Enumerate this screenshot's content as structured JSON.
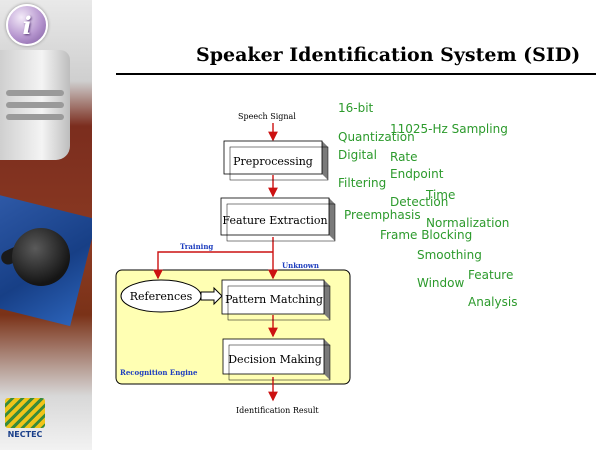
{
  "slide": {
    "title": "Speaker Identification System (SID)"
  },
  "logos": {
    "top_letter": "i",
    "bottom_text": "NECTEC"
  },
  "diagram": {
    "input_label": "Speech Signal",
    "blocks": {
      "preprocessing": "Preprocessing",
      "feature_extraction": "Feature Extraction",
      "references": "References",
      "pattern_matching": "Pattern Matching",
      "decision_making": "Decision Making"
    },
    "branch_training": "Training",
    "branch_unknown": "Unknown",
    "engine_label": "Recognition Engine",
    "output_label": "Identification Result"
  },
  "annotations": {
    "bit": "16-bit",
    "quantization": "Quantization",
    "sampling": "11025-Hz Sampling",
    "digital": "Digital",
    "rate": "Rate",
    "endpoint": "Endpoint",
    "filtering": "Filtering",
    "time": "Time",
    "detection": "Detection",
    "preemphasis": "Preemphasis",
    "normalization": "Normalization",
    "frame_blocking": "Frame Blocking",
    "smoothing": "Smoothing",
    "feature": "Feature",
    "window": "Window",
    "analysis": "Analysis"
  },
  "colors": {
    "accent_green": "#2c9a2c",
    "arrow_red": "#cc1111",
    "engine_yellow": "#ffffb3",
    "branch_blue": "#1f3fbf"
  }
}
